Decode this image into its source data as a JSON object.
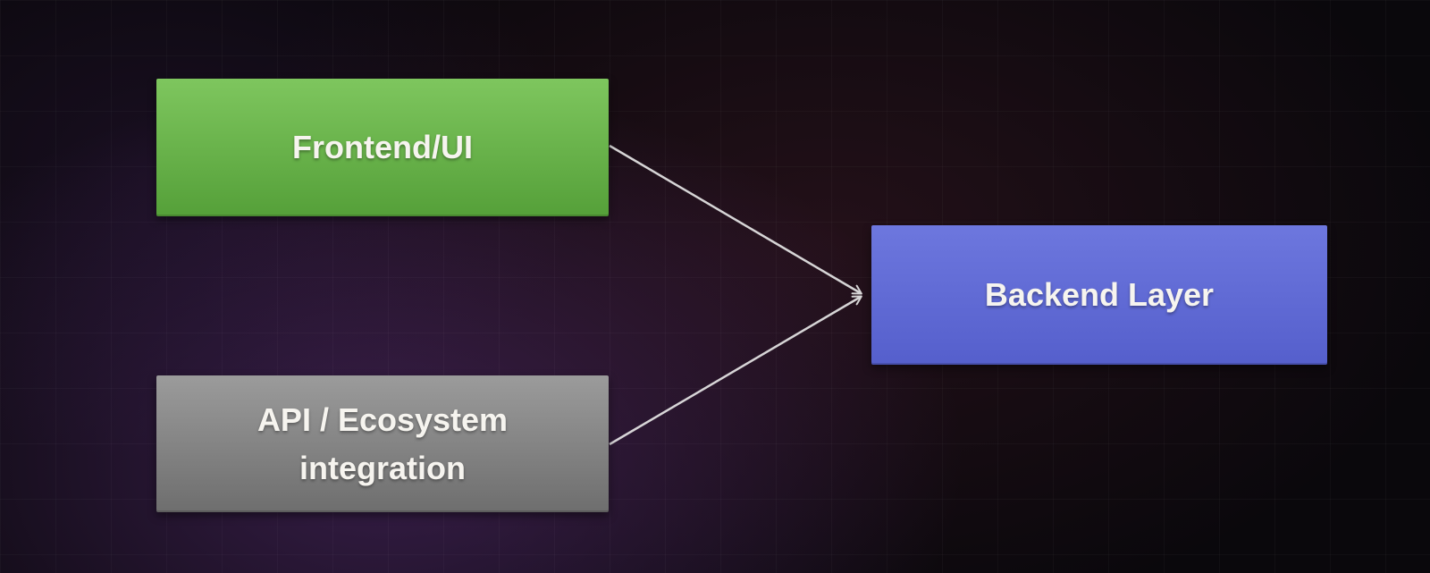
{
  "page": {
    "background_color": "#0a080c",
    "glow_color": "#623282"
  },
  "diagram": {
    "nodes": [
      {
        "id": "frontend",
        "label": "Frontend/UI",
        "color_top": "#7ec65e",
        "color_bottom": "#55a039"
      },
      {
        "id": "api",
        "label": "API / Ecosystem integration",
        "color_top": "#9b9b9b",
        "color_bottom": "#6e6e6e"
      },
      {
        "id": "backend",
        "label": "Backend Layer",
        "color_top": "#6d77de",
        "color_bottom": "#555fcc"
      }
    ],
    "edges": [
      {
        "from": "Frontend/UI",
        "to": "Backend Layer"
      },
      {
        "from": "API / Ecosystem integration",
        "to": "Backend Layer"
      }
    ],
    "arrow_color": "#e6e6e6",
    "text_color": "#f6f4ef"
  }
}
